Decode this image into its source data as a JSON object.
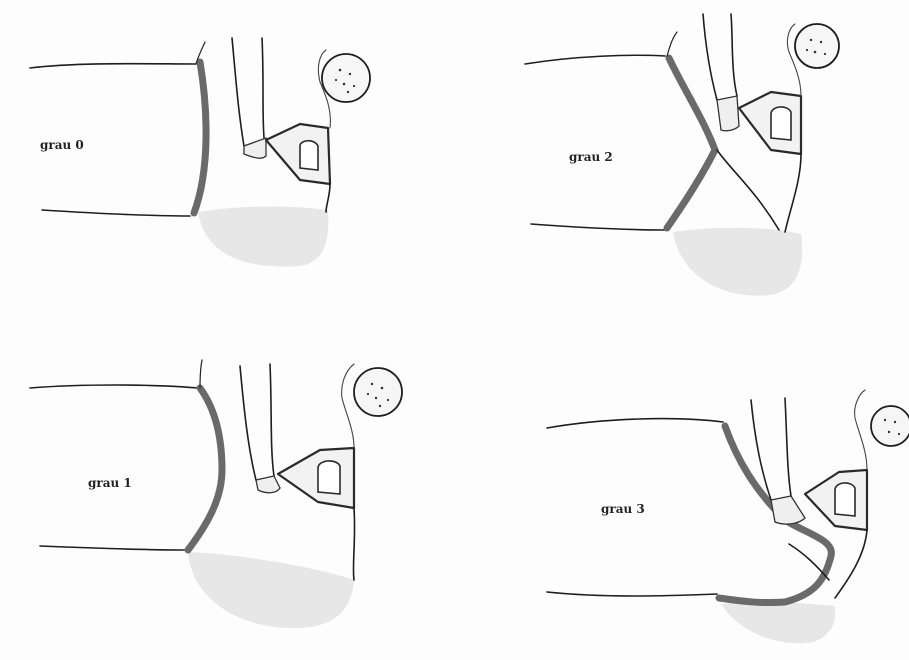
{
  "panels": [
    {
      "label": "grau 0"
    },
    {
      "label": "grau 2"
    },
    {
      "label": "grau 1"
    },
    {
      "label": "grau 3"
    }
  ]
}
